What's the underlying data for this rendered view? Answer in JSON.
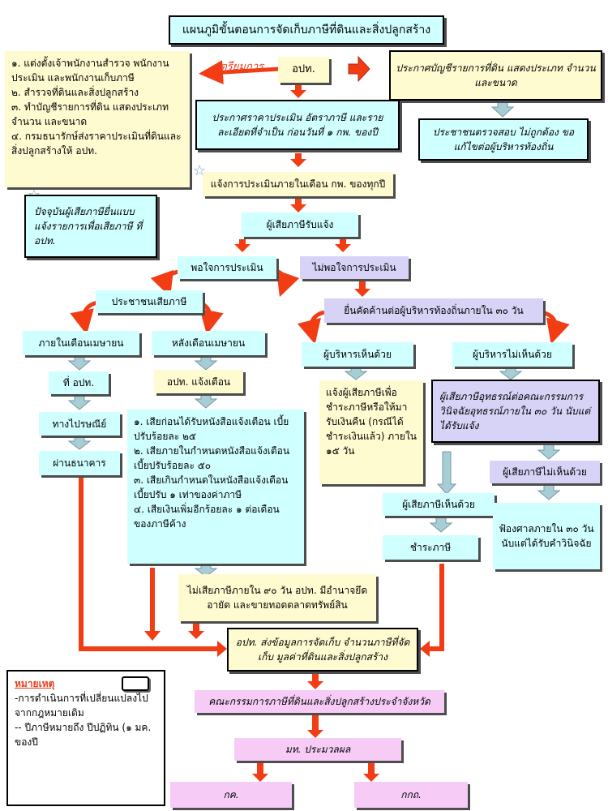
{
  "title": "แผนภูมิขั้นตอนการจัดเก็บภาษีที่ดินและสิ่งปลูกสร้าง",
  "colors": {
    "arrow_red": "#f23c14",
    "arrow_gray": "#a9cdd4",
    "cyan": "#cfffff",
    "yellow": "#fffbd0",
    "lavender": "#d7d3f7",
    "pink": "#f6ccf6"
  },
  "prep": {
    "label": "เตรียมการ",
    "items": [
      "๑. แต่งตั้งเจ้าพนักงานสำรวจ พนักงานประเมิน และพนักงานเก็บภาษี",
      "๒. สำรวจที่ดินและสิ่งปลูกสร้าง",
      "๓. ทำบัญชีรายการที่ดิน แสดงประเภท จำนวน และขนาด",
      "๔. กรมธนารักษ์ส่งราคาประเมินที่ดินและสิ่งปลูกสร้างให้ อปท."
    ]
  },
  "nodes": {
    "opt": "อปท.",
    "announce_list": "ประกาศบัญชีรายการที่ดิน แสดงประเภท จำนวน และขนาด",
    "public_check": "ประชาชนตรวจสอบ ไม่ถูกต้อง ขอแก้ไขต่อผู้บริหารท้องถิ่น",
    "announce_price": "ประกาศราคาประเมิน อัตราภาษี และรายละเอียดที่จำเป็น ก่อนวันที่ ๑ กพ. ของปี",
    "notify_feb": "แจ้งการประเมินภายในเดือน กพ. ของทุกปี",
    "self_file": "ปัจจุบันผู้เสียภาษียื่นแบบแจ้งรายการเพื่อเสียภาษี ที่ อปท.",
    "taxpayer_receives": "ผู้เสียภาษีรับแจ้ง",
    "satisfied": "พอใจการประเมิน",
    "unsatisfied": "ไม่พอใจการประเมิน",
    "public_pays": "ประชาชนเสียภาษี",
    "objection": "ยื่นคัดค้านต่อผู้บริหารท้องถิ่นภายใน ๓๐ วัน",
    "within_april": "ภายในเดือนเมษายน",
    "after_april": "หลังเดือนเมษายน",
    "exec_agree": "ผู้บริหารเห็นด้วย",
    "exec_disagree": "ผู้บริหารไม่เห็นด้วย",
    "at_opt": "ที่ อปท.",
    "opt_warns": "อปท. แจ้งเตือน",
    "by_post": "ทางไปรษณีย์",
    "via_bank": "ผ่านธนาคาร",
    "refund_notice": "แจ้งผู้เสียภาษีเพื่อชำระภาษีหรือให้มารับเงินคืน (กรณีได้ชำระเงินแล้ว) ภายใน ๑๕ วัน",
    "appeal": "ผู้เสียภาษีอุทธรณ์ต่อคณะกรรมการวินิจฉัยอุทธรณ์ภายใน ๓๐ วัน นับแต่ได้รับแจ้ง",
    "taxpayer_disagrees": "ผู้เสียภาษีไม่เห็นด้วย",
    "taxpayer_agrees": "ผู้เสียภาษีเห็นด้วย",
    "pay_tax": "ชำระภาษี",
    "court": "ฟ้องศาลภายใน ๓๐ วัน นับแต่ได้รับคำวินิจฉัย",
    "seize": "ไม่เสียภาษีภายใน ๙๐ วัน อปท. มีอำนาจยึด อายัด และขายทอดตลาดทรัพย์สิน",
    "opt_report": "อปท. ส่งข้อมูลการจัดเก็บ จำนวนภาษีที่จัดเก็บ มูลค่าที่ดินและสิ่งปลูกสร้าง",
    "provincial_committee": "คณะกรรมการภาษีที่ดินและสิ่งปลูกสร้างประจำจังหวัด",
    "moi": "มท. ประมวลผล",
    "kk": "กค.",
    "kkd": "กกถ."
  },
  "penalties": [
    "๑. เสียก่อนได้รับหนังสือแจ้งเตือน เบี้ยปรับร้อยละ ๒๕",
    "๒. เสียภายในกำหนดหนังสือแจ้งเตือน เบี้ยปรับร้อยละ ๕๐",
    "๓. เสียเกินกำหนดในหนังสือแจ้งเตือน เบี้ยปรับ ๑ เท่าของค่าภาษี",
    "๔. เสียเงินเพิ่มอีกร้อยละ ๑ ต่อเดือน ของภาษีค้าง"
  ],
  "legend": {
    "title": "หมายเหตุ",
    "item1": "-การดำเนินการที่เปลี่ยนแปลงไปจากกฎหมายเดิม",
    "item2": "-- ปีภาษีหมายถึง ปีปฏิทิน (๑ มค. ของปี"
  }
}
